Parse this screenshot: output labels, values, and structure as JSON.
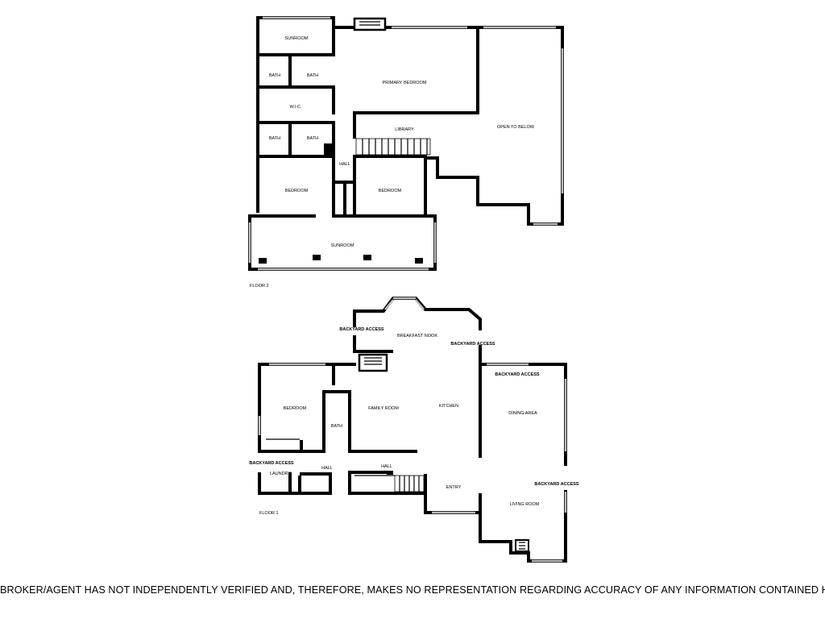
{
  "floor2": {
    "label": "FLOOR 2",
    "rooms": {
      "sunroom_top": "SUNROOM",
      "bath_1": "BATH",
      "bath_2": "BATH",
      "primary_bedroom": "PRIMARY BEDROOM",
      "wic": "W.I.C.",
      "library": "LIBRARY",
      "open_to_below": "OPEN TO BELOW",
      "bath_3": "BATH",
      "bath_4": "BATH",
      "hall": "HALL",
      "bedroom_left": "BEDROOM",
      "bedroom_right": "BEDROOM",
      "sunroom_bottom": "SUNROOM"
    }
  },
  "floor1": {
    "label": "FLOOR 1",
    "rooms": {
      "breakfast_nook": "BREAKFAST NOOK",
      "bedroom": "BEDROOM",
      "bath": "BATH",
      "family_room": "FAMILY ROOM",
      "kitchen": "KITCHEN",
      "dining_area": "DINING AREA",
      "laundry": "LAUNDRY",
      "hall_1": "HALL",
      "hall_2": "HALL",
      "entry": "ENTRY",
      "living_room": "LIVING ROOM"
    },
    "access": {
      "backyard_1": "BACKYARD ACCESS",
      "backyard_2": "BACKYARD ACCESS",
      "backyard_3": "BACKYARD ACCESS",
      "backyard_4": "BACKYARD ACCESS",
      "backyard_5": "BACKYARD ACCESS"
    }
  },
  "disclaimer": "BROKER/AGENT HAS NOT INDEPENDENTLY VERIFIED AND, THEREFORE, MAKES NO REPRESENTATION REGARDING ACCURACY OF ANY INFORMATION CONTAINED HEREIN."
}
